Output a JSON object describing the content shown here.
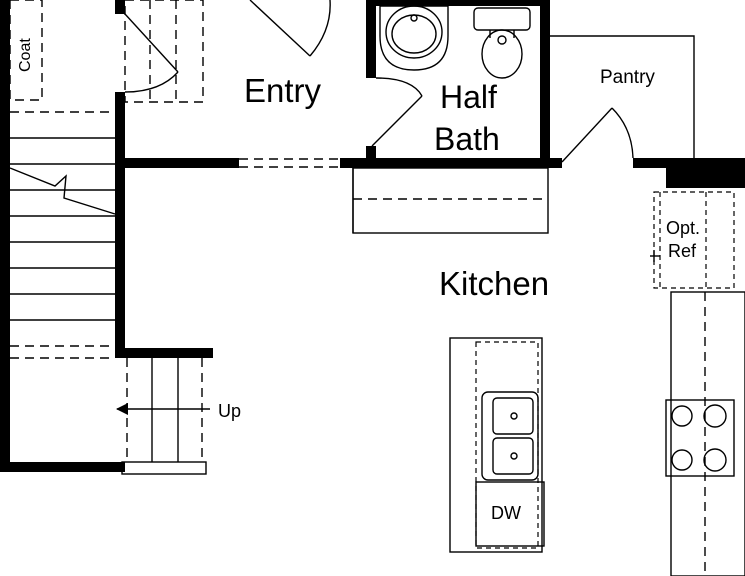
{
  "rooms": {
    "entry": "Entry",
    "half_bath_line1": "Half",
    "half_bath_line2": "Bath",
    "pantry": "Pantry",
    "kitchen": "Kitchen",
    "coat": "Coat"
  },
  "fixtures": {
    "opt_ref_line1": "Opt.",
    "opt_ref_line2": "Ref",
    "dishwasher": "DW",
    "stairs_up": "Up"
  },
  "colors": {
    "ink": "#000000",
    "paper": "#ffffff"
  }
}
